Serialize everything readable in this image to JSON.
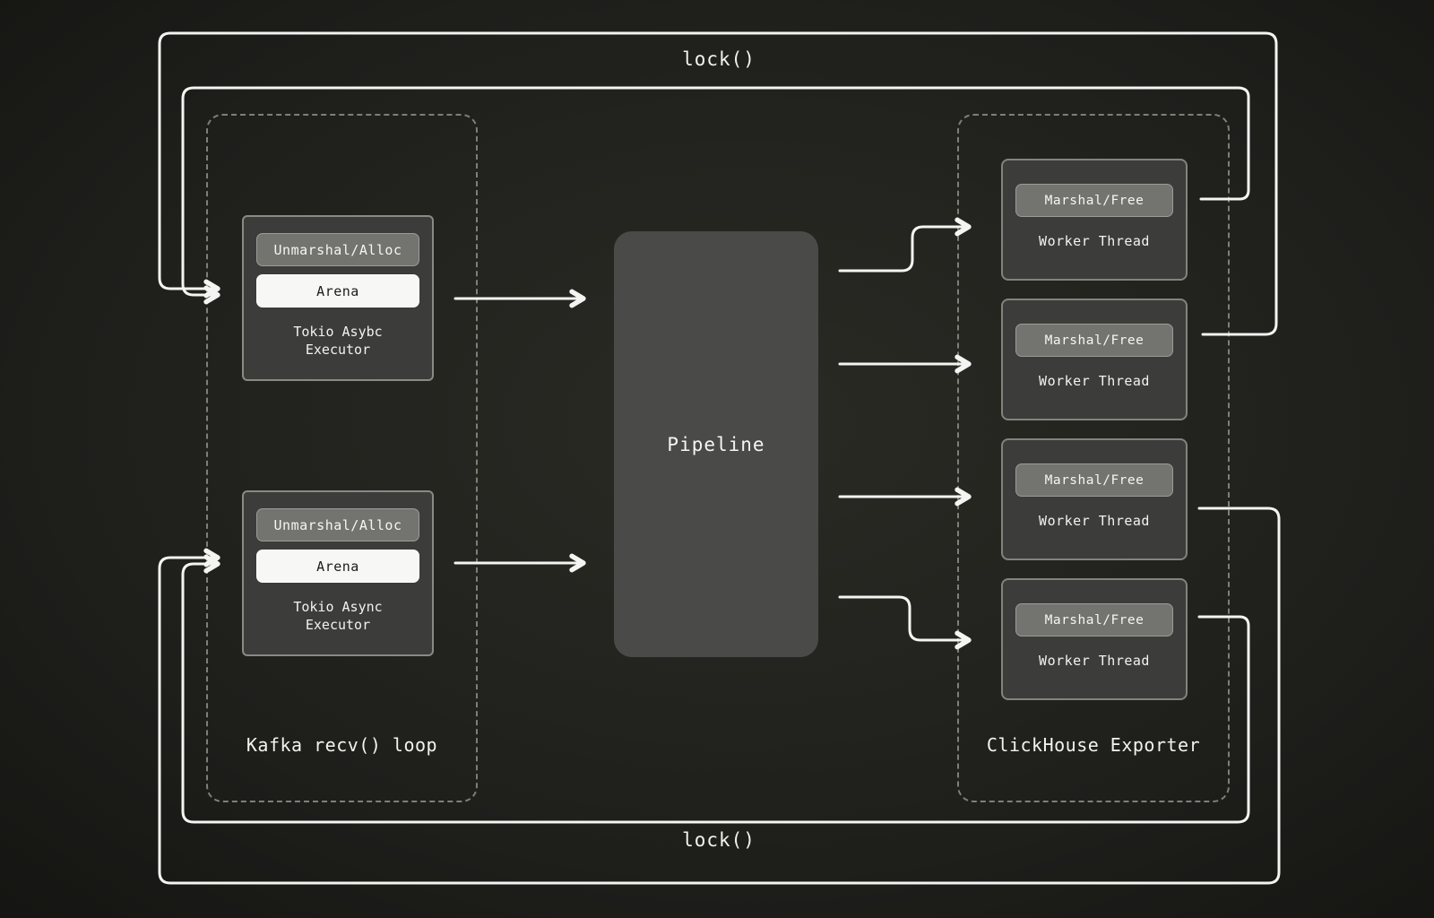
{
  "lock_top": {
    "label": "lock()"
  },
  "lock_bottom": {
    "label": "lock()"
  },
  "kafka_group": {
    "label": "Kafka recv() loop",
    "executors": [
      {
        "slot_label": "Unmarshal/Alloc",
        "arena_label": "Arena",
        "name_line1": "Tokio Asybc",
        "name_line2": "Executor"
      },
      {
        "slot_label": "Unmarshal/Alloc",
        "arena_label": "Arena",
        "name_line1": "Tokio Async",
        "name_line2": "Executor"
      }
    ]
  },
  "pipeline": {
    "label": "Pipeline"
  },
  "clickhouse_group": {
    "label": "ClickHouse Exporter",
    "workers": [
      {
        "pill_label": "Marshal/Free",
        "label": "Worker Thread"
      },
      {
        "pill_label": "Marshal/Free",
        "label": "Worker Thread"
      },
      {
        "pill_label": "Marshal/Free",
        "label": "Worker Thread"
      },
      {
        "pill_label": "Marshal/Free",
        "label": "Worker Thread"
      }
    ]
  },
  "colors": {
    "background": "#1e1e1b",
    "wire": "#f4f4f2",
    "dashed_border": "#7f7f79",
    "node_fill": "#3c3c3a",
    "node_border": "#8a8a85",
    "pill_fill": "#737370",
    "pill_border": "#9c9c97",
    "arena_fill": "#f7f7f5",
    "arena_text": "#1c1c1a",
    "pipeline_fill": "#4a4a48",
    "text": "#f2f2ef"
  }
}
